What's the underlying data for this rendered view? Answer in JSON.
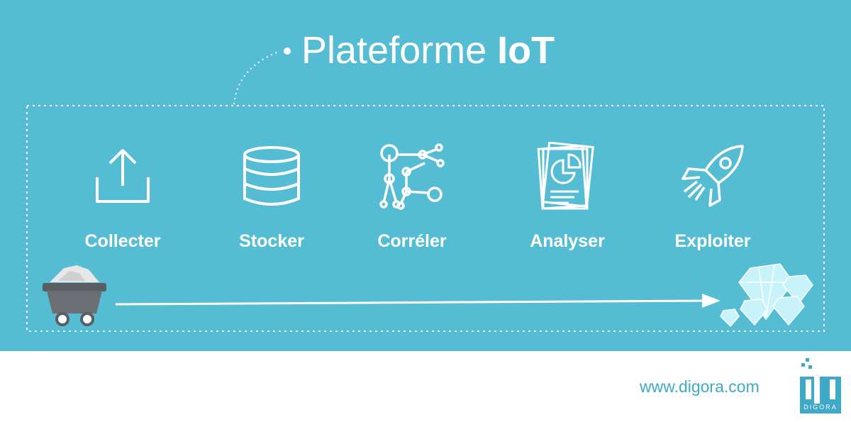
{
  "title": {
    "regular": "Plateforme",
    "bold": "IoT"
  },
  "steps": [
    {
      "label": "Collecter",
      "icon": "upload-icon"
    },
    {
      "label": "Stocker",
      "icon": "database-icon"
    },
    {
      "label": "Corréler",
      "icon": "network-nodes-icon"
    },
    {
      "label": "Analyser",
      "icon": "report-chart-icon"
    },
    {
      "label": "Exploiter",
      "icon": "rocket-icon"
    }
  ],
  "footer": {
    "url": "www.digora.com",
    "logo_text": "DIGORA"
  },
  "colors": {
    "banner": "#54bcd3",
    "accent": "#3fa9c8",
    "text": "#ffffff",
    "cart": "#5f6368",
    "diamond": "#c9f3fb"
  }
}
